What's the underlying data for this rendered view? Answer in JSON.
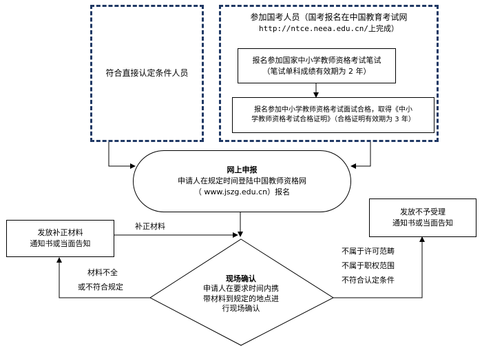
{
  "left_group": {
    "text": "符合直接认定条件人员"
  },
  "right_group": {
    "title_line1": "参加国考人员（国考报名在中国教育考试网",
    "title_line2": "http://ntce.neea.edu.cn/上完成）",
    "step1_line1": "报名参加国家中小学教师资格考试笔试",
    "step1_line2": "（笔试单科成绩有效期为 2 年）",
    "step2_line1": "报名参加中小学教师资格考试面试合格，取得《中小",
    "step2_line2": "学教师资格考试合格证明》（合格证明有效期为 3 年）"
  },
  "online": {
    "title": "网上申报",
    "line1": "申请人在规定时间登陆中国教师资格网",
    "line2": "（ www.jszg.edu.cn）报名"
  },
  "supplement_notice": {
    "line1": "发放补正材料",
    "line2": "通知书或当面告知"
  },
  "reject_notice": {
    "line1": "发放不予受理",
    "line2": "通知书或当面告知"
  },
  "confirm": {
    "title": "现场确认",
    "line1": "申请人在要求时间内携",
    "line2": "带材料到规定的地点进",
    "line3": "行现场确认"
  },
  "labels": {
    "supplement": "补正材料",
    "incomplete1": "材料不全",
    "incomplete2": "或不符合规定",
    "reject1": "不属于许可范畴",
    "reject2": "不属于职权范围",
    "reject3": "不符合认定条件"
  }
}
